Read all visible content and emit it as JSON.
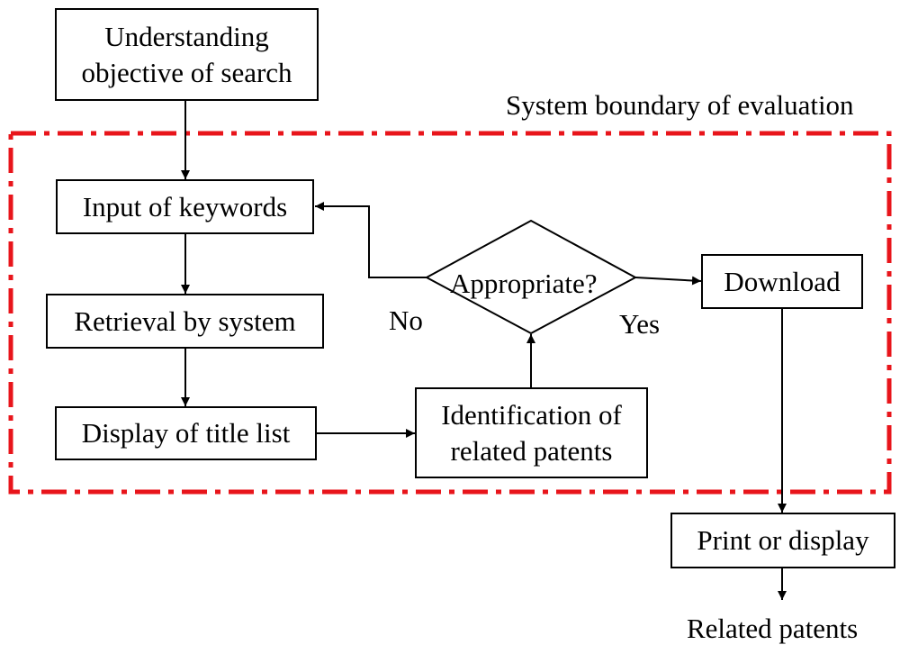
{
  "boundary": {
    "label": "System boundary of evaluation",
    "color": "#e8151b"
  },
  "nodes": {
    "objective": {
      "line1": "Understanding",
      "line2": "objective of search"
    },
    "keywords": {
      "label": "Input of keywords"
    },
    "retrieval": {
      "label": "Retrieval by system"
    },
    "title_list": {
      "label": "Display of title list"
    },
    "identification": {
      "line1": "Identification of",
      "line2": "related patents"
    },
    "decision": {
      "label": "Appropriate?"
    },
    "download": {
      "label": "Download"
    },
    "print": {
      "label": "Print or display"
    }
  },
  "edge_labels": {
    "no": "No",
    "yes": "Yes"
  },
  "output": {
    "label": "Related patents"
  }
}
